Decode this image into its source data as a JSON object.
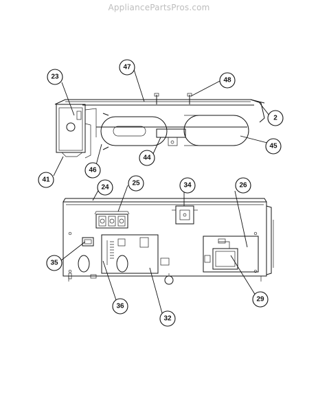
{
  "watermark": "AppliancePartsPros.com",
  "callouts": [
    "23",
    "47",
    "48",
    "2",
    "45",
    "44",
    "46",
    "41",
    "24",
    "25",
    "34",
    "26",
    "35",
    "36",
    "32",
    "29"
  ]
}
